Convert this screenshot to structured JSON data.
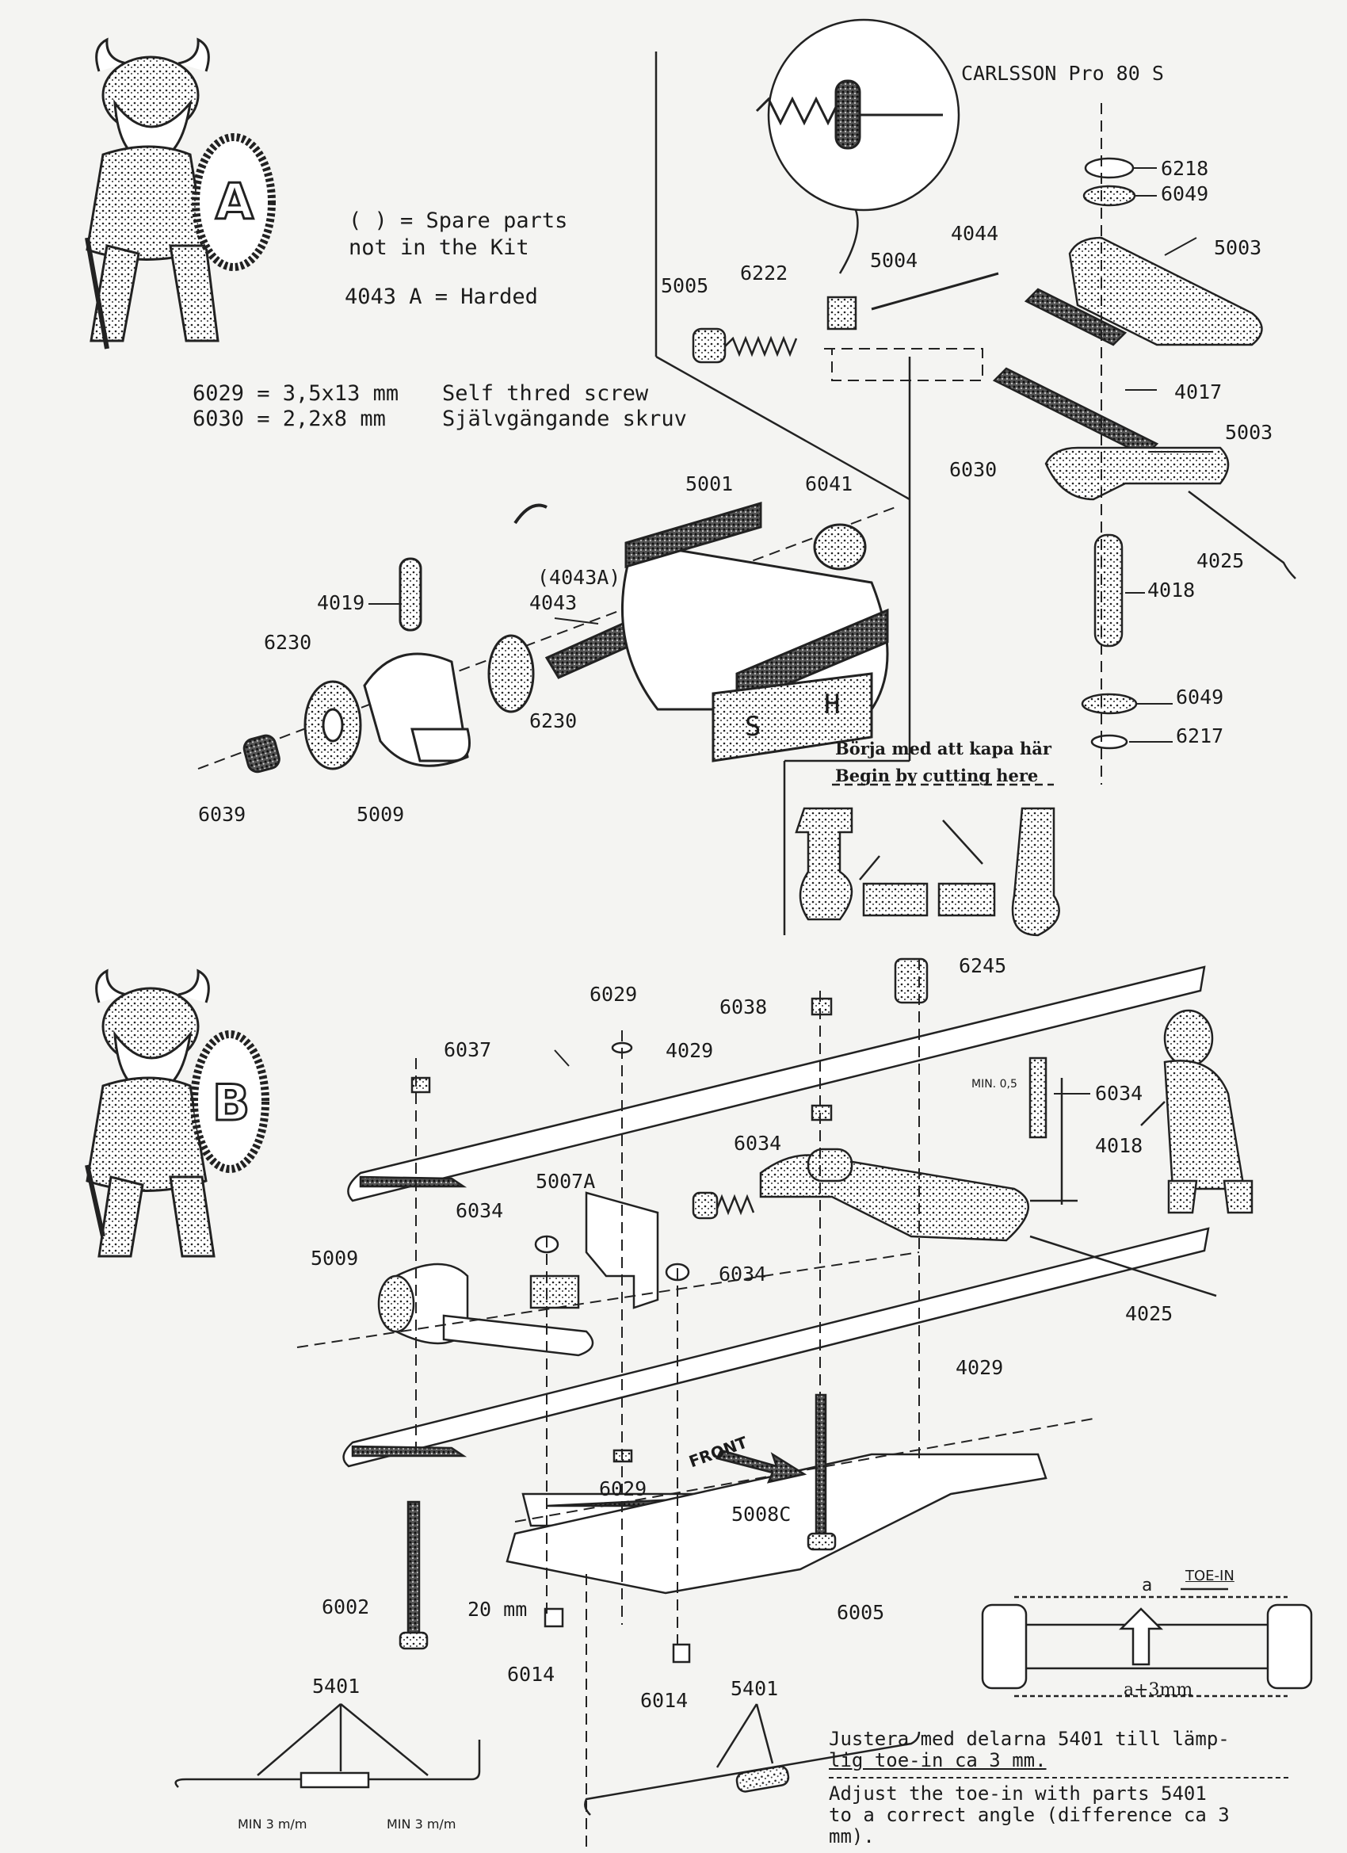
{
  "header": {
    "title": "CARLSSON Pro 80 S"
  },
  "legend": {
    "spare_line1": "(      ) = Spare parts",
    "spare_line2": "not in the Kit",
    "harded": "4043 A = Harded",
    "screw1": "6029 = 3,5x13 mm",
    "screw2": "6030 = 2,2x8 mm",
    "screw_desc_en": "Self thred screw",
    "screw_desc_sv": "Självgängande skruv"
  },
  "badges": {
    "a": "A",
    "b": "B"
  },
  "section_a_labels": {
    "p6218": "6218",
    "p6049a": "6049",
    "p4044": "4044",
    "p5003a": "5003",
    "p5004": "5004",
    "p6222": "6222",
    "p5005": "5005",
    "p4017": "4017",
    "p5003b": "5003",
    "p6030": "6030",
    "p4025": "4025",
    "p4018": "4018",
    "p6049b": "6049",
    "p6217": "6217",
    "p5001": "5001",
    "p6041": "6041",
    "p4043a": "(4043A)",
    "p4043": "4043",
    "p4019": "4019",
    "p6230a": "6230",
    "p6230b": "6230",
    "p6039": "6039",
    "p5009": "5009",
    "axle_s": "S",
    "axle_h": "H"
  },
  "cut_note": {
    "sv": "Börja med att kapa här",
    "en": "Begin by cutting here"
  },
  "section_b_labels": {
    "p6029a": "6029",
    "p6245": "6245",
    "p6038": "6038",
    "p6037": "6037",
    "p4029a": "4029",
    "p6034a": "6034",
    "p4018": "4018",
    "p6034b": "6034",
    "p5007a": "5007A",
    "p6034c": "6034",
    "p6034d": "6034",
    "p5009": "5009",
    "p4025": "4025",
    "p4029b": "4029",
    "p6029b": "6029",
    "p5008c": "5008C",
    "p6002": "6002",
    "p6005": "6005",
    "p6014a": "6014",
    "p6014b": "6014",
    "p5401a": "5401",
    "p5401b": "5401",
    "front": "FRONT",
    "dim_20": "20 mm",
    "min_left": "MIN 3 m/m",
    "min_right": "MIN 3 m/m",
    "min_gap": "MIN. 0,5",
    "toe_in": "TOE-IN",
    "toe_a": "a",
    "toe_a3": "a+3mm"
  },
  "footer": {
    "sv_line1": "Justera med delarna 5401 till lämp-",
    "sv_line2": "lig toe-in ca 3 mm.",
    "en_line1": "Adjust the toe-in with parts 5401",
    "en_line2": "to a correct angle (difference ca 3",
    "en_line3": "mm)."
  }
}
